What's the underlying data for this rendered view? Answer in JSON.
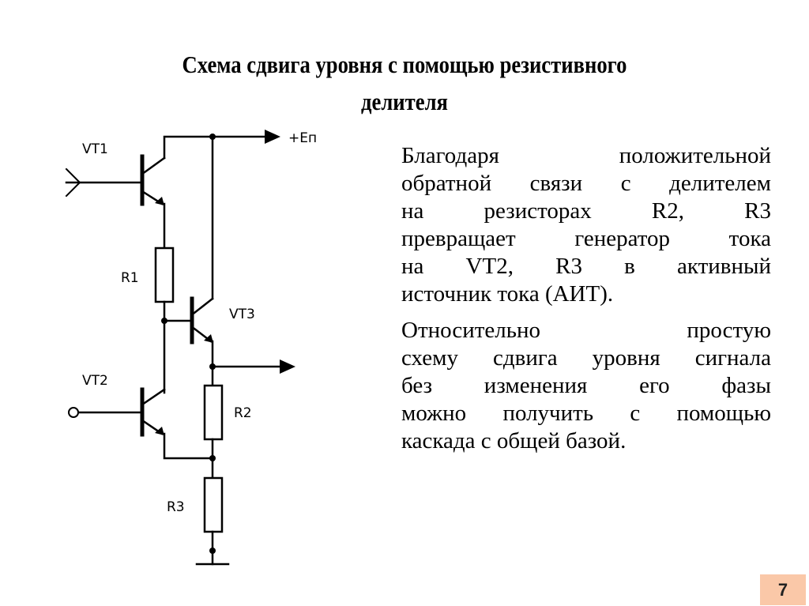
{
  "slide": {
    "title_lines": [
      "Схема сдвига уровня с помощью резистивного",
      "делителя"
    ],
    "page_number": "7",
    "badge_color": "#FAC8A8"
  },
  "schematic": {
    "labels": {
      "vt1": "VT1",
      "vt2": "VT2",
      "vt3": "VT3",
      "r1": "R1",
      "r2": "R2",
      "r3": "R3",
      "supply": "+Eп"
    }
  },
  "body": {
    "paragraphs": [
      {
        "lines": [
          "Благодаря положительной",
          "обратной связи с делителем",
          "на резисторах R2, R3",
          "превращает генератор тока",
          "на VT2, R3 в активный",
          "источник тока (АИТ)."
        ]
      },
      {
        "lines": [
          "Относительно простую",
          "схему сдвига уровня сигнала",
          "без изменения его фазы",
          "можно получить с помощью",
          "каскада с общей базой."
        ]
      }
    ]
  }
}
